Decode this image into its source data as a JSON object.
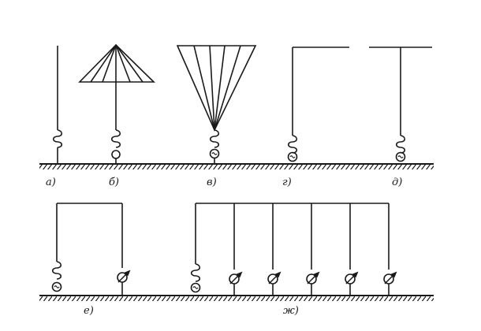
{
  "figure": {
    "labels": {
      "a": "а)",
      "b": "б)",
      "v": "в)",
      "g": "г)",
      "d": "д)",
      "e": "е)",
      "zh": "ж)"
    },
    "colors": {
      "ink": "#1a1a1a",
      "background": "#ffffff"
    }
  }
}
